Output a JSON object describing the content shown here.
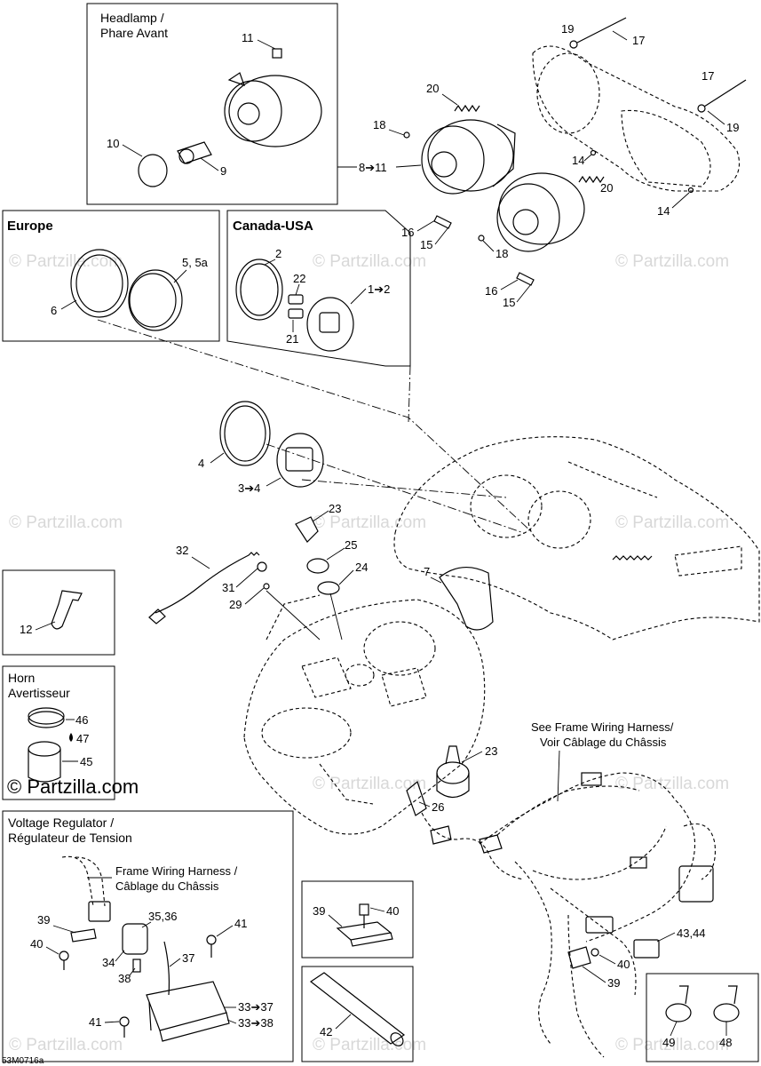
{
  "watermark": "© Partzilla.com",
  "drawing_code": "53M0716a",
  "insets": {
    "headlamp": {
      "title_line1": "Headlamp /",
      "title_line2": "Phare Avant"
    },
    "europe": {
      "title": "Europe"
    },
    "canada_usa": {
      "title": "Canada-USA"
    },
    "horn": {
      "title_line1": "Horn",
      "title_line2": "Avertisseur"
    },
    "voltage_regulator": {
      "title_line1": "Voltage Regulator /",
      "title_line2": "Régulateur de Tension",
      "harness_line1": "Frame Wiring Harness /",
      "harness_line2": "Câblage du Châssis"
    }
  },
  "notes": {
    "see_frame_line1": "See Frame Wiring Harness/",
    "see_frame_line2": "Voir Câblage du Châssis"
  },
  "callouts": {
    "c11": "11",
    "c10": "10",
    "c9": "9",
    "c8_11": "8➔11",
    "c19a": "19",
    "c17a": "17",
    "c20a": "20",
    "c17b": "17",
    "c19b": "19",
    "c18a": "18",
    "c14a": "14",
    "c20b": "20",
    "c14b": "14",
    "c16a": "16",
    "c15a": "15",
    "c18b": "18",
    "c16b": "16",
    "c15b": "15",
    "c5": "5, 5a",
    "c6": "6",
    "c2": "2",
    "c22": "22",
    "c1_2": "1➔2",
    "c21": "21",
    "c4": "4",
    "c3_4": "3➔4",
    "c23a": "23",
    "c25": "25",
    "c24": "24",
    "c32": "32",
    "c31": "31",
    "c29": "29",
    "c7": "7",
    "c12": "12",
    "c46": "46",
    "c47": "47",
    "c45": "45",
    "c23b": "23",
    "c26": "26",
    "c39a": "39",
    "c40a": "40",
    "c35_36": "35,36",
    "c41a": "41",
    "c34": "34",
    "c37": "37",
    "c38": "38",
    "c41b": "41",
    "c33_37": "33➔37",
    "c33_38": "33➔38",
    "c39b": "39",
    "c40b": "40",
    "c42": "42",
    "c43_44": "43,44",
    "c40c": "40",
    "c39c": "39",
    "c49": "49",
    "c48": "48"
  }
}
